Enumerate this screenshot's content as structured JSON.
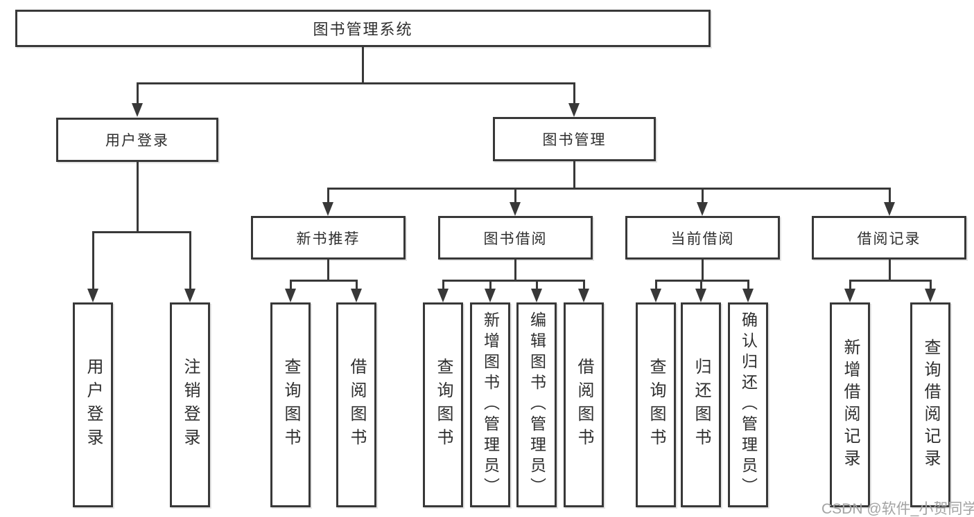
{
  "diagram": {
    "root": {
      "label": "图书管理系统"
    },
    "level2": [
      {
        "label": "用户登录"
      },
      {
        "label": "图书管理"
      }
    ],
    "level3": [
      {
        "label": "新书推荐"
      },
      {
        "label": "图书借阅"
      },
      {
        "label": "当前借阅"
      },
      {
        "label": "借阅记录"
      }
    ],
    "leaves": {
      "user_login": [
        "用户登录",
        "注销登录"
      ],
      "new_book": [
        "查询图书",
        "借阅图书"
      ],
      "book_borrow": [
        "查询图书",
        "新增图书（管理员）",
        "编辑图书（管理员）",
        "借阅图书"
      ],
      "current_borrow": [
        "查询图书",
        "归还图书",
        "确认归还（管理员）"
      ],
      "borrow_record": [
        "新增借阅记录",
        "查询借阅记录"
      ]
    }
  },
  "watermark": "CSDN @软件_小贺同学",
  "colors": {
    "line": "#383838",
    "text": "#2e2e2e",
    "background": "#ffffff",
    "watermark": "#a3a3a3"
  }
}
